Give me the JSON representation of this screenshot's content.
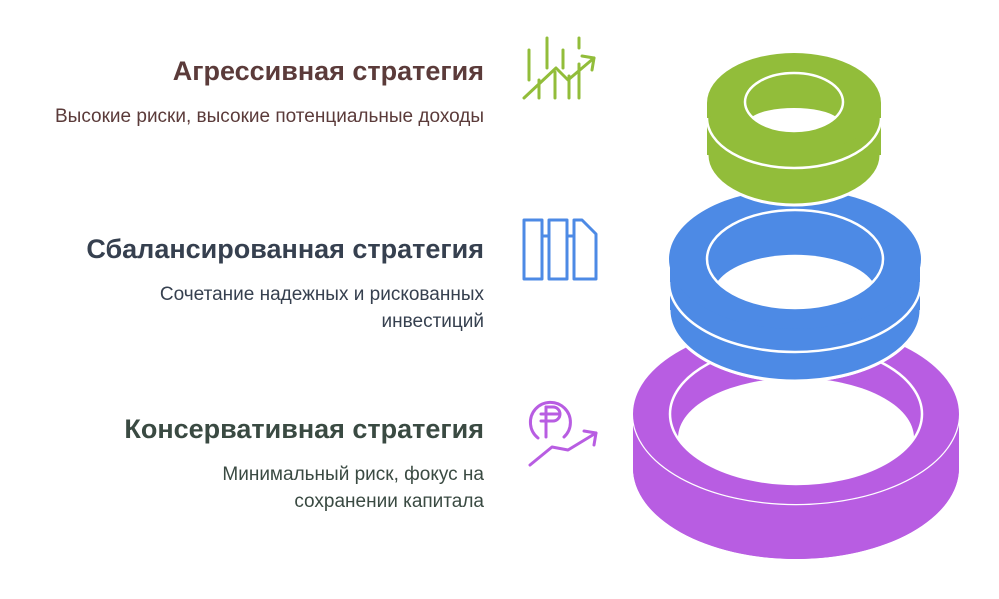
{
  "diagram": {
    "type": "stacked-rings",
    "levels": [
      {
        "id": "aggressive",
        "title": "Агрессивная стратегия",
        "description": "Высокие риски, высокие потенциальные доходы",
        "icon": "chart-growth-icon",
        "ring_color": "#92BD3A",
        "title_color": "#5B3B3A",
        "text_color": "#5B3B3A"
      },
      {
        "id": "balanced",
        "title": "Сбалансированная стратегия",
        "description": "Сочетание надежных и рискованных инвестиций",
        "icon": "columns-icon",
        "ring_color": "#4D8AE5",
        "title_color": "#36404F",
        "text_color": "#36404F"
      },
      {
        "id": "conservative",
        "title": "Консервативная стратегия",
        "description": "Минимальный риск, фокус на сохранении капитала",
        "icon": "ruble-growth-icon",
        "ring_color": "#B85DE2",
        "title_color": "#3A4A42",
        "text_color": "#3A4A42"
      }
    ]
  }
}
